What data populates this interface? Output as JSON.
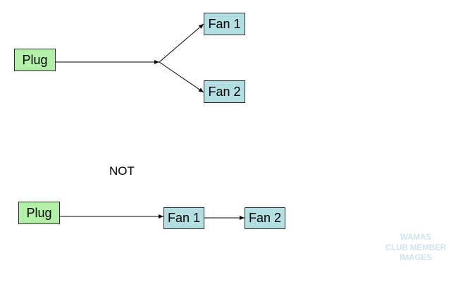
{
  "colors": {
    "plug_fill": "#b3f0a7",
    "fan_fill": "#b3dfe3",
    "stroke": "#2b2b2b",
    "watermark": "#cfe3ef"
  },
  "diagram": {
    "top": {
      "plug_label": "Plug",
      "fan1_label": "Fan 1",
      "fan2_label": "Fan 2"
    },
    "separator_label": "NOT",
    "bottom": {
      "plug_label": "Plug",
      "fan1_label": "Fan 1",
      "fan2_label": "Fan 2"
    }
  },
  "watermark": {
    "lines": [
      "WAMAS",
      "CLUB MEMBER",
      "IMAGES"
    ]
  }
}
